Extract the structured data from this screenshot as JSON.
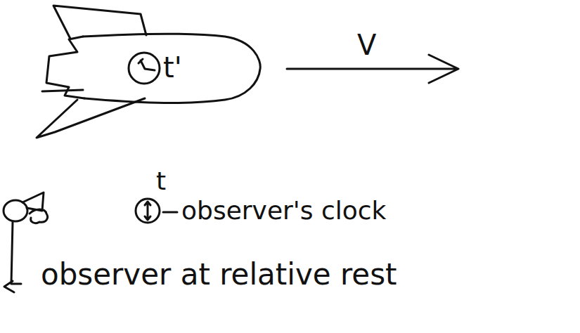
{
  "diagram": {
    "labels": [
      "t'",
      "V",
      "t",
      "observer's clock",
      "observer at relative rest"
    ]
  }
}
